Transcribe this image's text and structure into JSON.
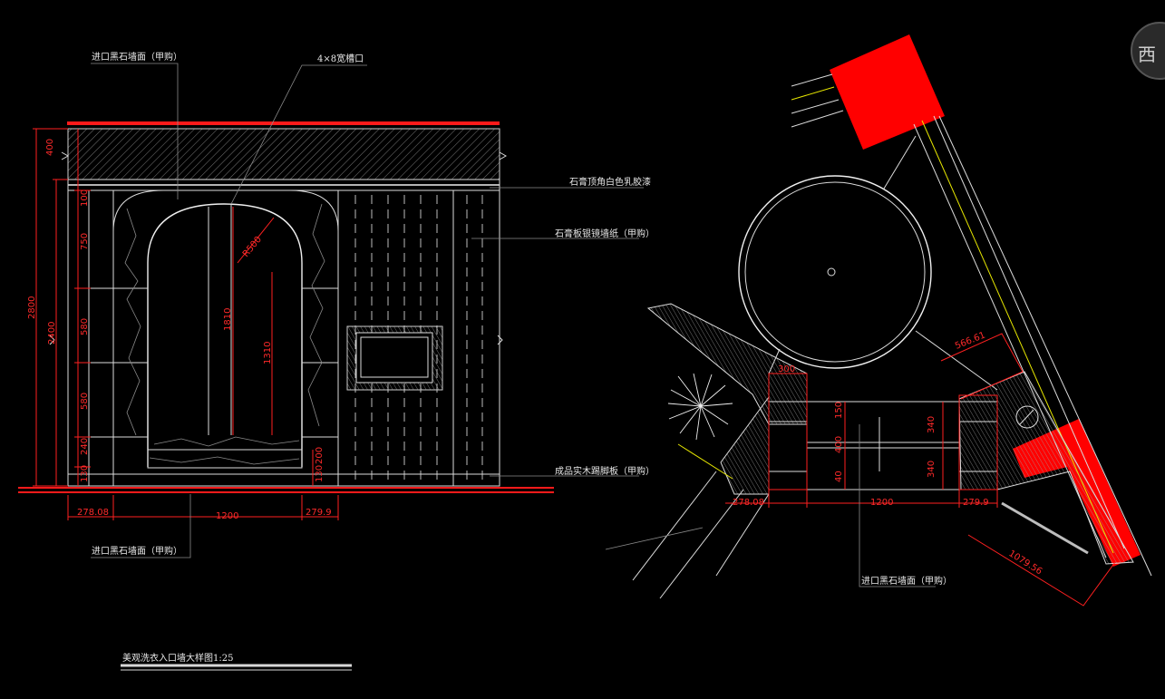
{
  "elevation": {
    "label_top_left": "进口黑石墙面（甲购）",
    "label_top_center": "4×8宽槽口",
    "label_right_1": "石膏顶角白色乳胶漆",
    "label_right_2": "石膏板银镜墙纸（甲购）",
    "label_right_bottom": "成品实木踢脚板（甲购）",
    "label_bottom": "进口黑石墙面（甲购）",
    "dims_left": [
      "400",
      "100",
      "750",
      "580",
      "580",
      "240",
      "130"
    ],
    "dims_total": [
      "2800",
      "2400"
    ],
    "dims_inner": [
      "1810",
      "1310"
    ],
    "dim_radius": "R500",
    "dims_right_small": [
      "200",
      "130"
    ],
    "dims_bottom": [
      "278.08",
      "1200",
      "279.9"
    ]
  },
  "plan": {
    "dims_top": [
      "300",
      "566.61"
    ],
    "dims_inner": [
      "150",
      "400",
      "40",
      "340",
      "340"
    ],
    "dims_bottom": [
      "278.08",
      "1200",
      "279.9"
    ],
    "dim_diag": "1079.56",
    "label_bottom": "进口黑石墙面（甲购）"
  },
  "title": "美观洗衣入口墙大样图1:25",
  "badge_char": "西",
  "colors": {
    "background": "#000000",
    "red": "#ff0000",
    "yellow": "#e6e600",
    "line": "#dcdcdc"
  }
}
